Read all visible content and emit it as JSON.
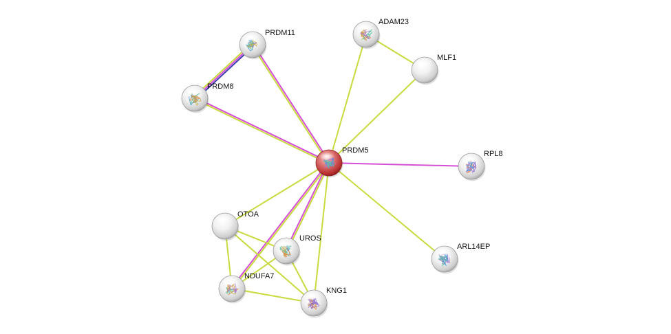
{
  "colors": {
    "coexpression": "#c8da3c",
    "experimental": "#d64ed6",
    "cooccurrence": "#3c3cae",
    "query_node": "#d03838",
    "node": "#e4e4e4"
  },
  "nodes": [
    {
      "id": "PRDM5",
      "label": "PRDM5",
      "query": true,
      "structure": true
    },
    {
      "id": "PRDM11",
      "label": "PRDM11",
      "query": false,
      "structure": true
    },
    {
      "id": "PRDM8",
      "label": "PRDM8",
      "query": false,
      "structure": true
    },
    {
      "id": "ADAM23",
      "label": "ADAM23",
      "query": false,
      "structure": true
    },
    {
      "id": "MLF1",
      "label": "MLF1",
      "query": false,
      "structure": false
    },
    {
      "id": "RPL8",
      "label": "RPL8",
      "query": false,
      "structure": true
    },
    {
      "id": "ARL14EP",
      "label": "ARL14EP",
      "query": false,
      "structure": true
    },
    {
      "id": "OTOA",
      "label": "OTOA",
      "query": false,
      "structure": false
    },
    {
      "id": "UROS",
      "label": "UROS",
      "query": false,
      "structure": true
    },
    {
      "id": "NDUFA7",
      "label": "NDUFA7",
      "query": false,
      "structure": true
    },
    {
      "id": "KNG1",
      "label": "KNG1",
      "query": false,
      "structure": true
    }
  ],
  "edges": [
    {
      "source": "PRDM11",
      "target": "PRDM8",
      "types": [
        "cooccurrence",
        "experimental",
        "coexpression"
      ]
    },
    {
      "source": "PRDM11",
      "target": "PRDM5",
      "types": [
        "experimental",
        "coexpression"
      ]
    },
    {
      "source": "PRDM8",
      "target": "PRDM5",
      "types": [
        "experimental",
        "coexpression"
      ]
    },
    {
      "source": "ADAM23",
      "target": "PRDM5",
      "types": [
        "coexpression"
      ]
    },
    {
      "source": "ADAM23",
      "target": "MLF1",
      "types": [
        "coexpression"
      ]
    },
    {
      "source": "MLF1",
      "target": "PRDM5",
      "types": [
        "coexpression"
      ]
    },
    {
      "source": "RPL8",
      "target": "PRDM5",
      "types": [
        "experimental"
      ]
    },
    {
      "source": "ARL14EP",
      "target": "PRDM5",
      "types": [
        "coexpression"
      ]
    },
    {
      "source": "OTOA",
      "target": "PRDM5",
      "types": [
        "coexpression"
      ]
    },
    {
      "source": "UROS",
      "target": "PRDM5",
      "types": [
        "experimental",
        "coexpression"
      ]
    },
    {
      "source": "NDUFA7",
      "target": "PRDM5",
      "types": [
        "experimental",
        "coexpression"
      ]
    },
    {
      "source": "KNG1",
      "target": "PRDM5",
      "types": [
        "coexpression"
      ]
    },
    {
      "source": "OTOA",
      "target": "UROS",
      "types": [
        "coexpression"
      ]
    },
    {
      "source": "OTOA",
      "target": "NDUFA7",
      "types": [
        "coexpression"
      ]
    },
    {
      "source": "OTOA",
      "target": "KNG1",
      "types": [
        "coexpression"
      ]
    },
    {
      "source": "UROS",
      "target": "NDUFA7",
      "types": [
        "coexpression"
      ]
    },
    {
      "source": "UROS",
      "target": "KNG1",
      "types": [
        "coexpression"
      ]
    },
    {
      "source": "NDUFA7",
      "target": "KNG1",
      "types": [
        "coexpression"
      ]
    }
  ]
}
